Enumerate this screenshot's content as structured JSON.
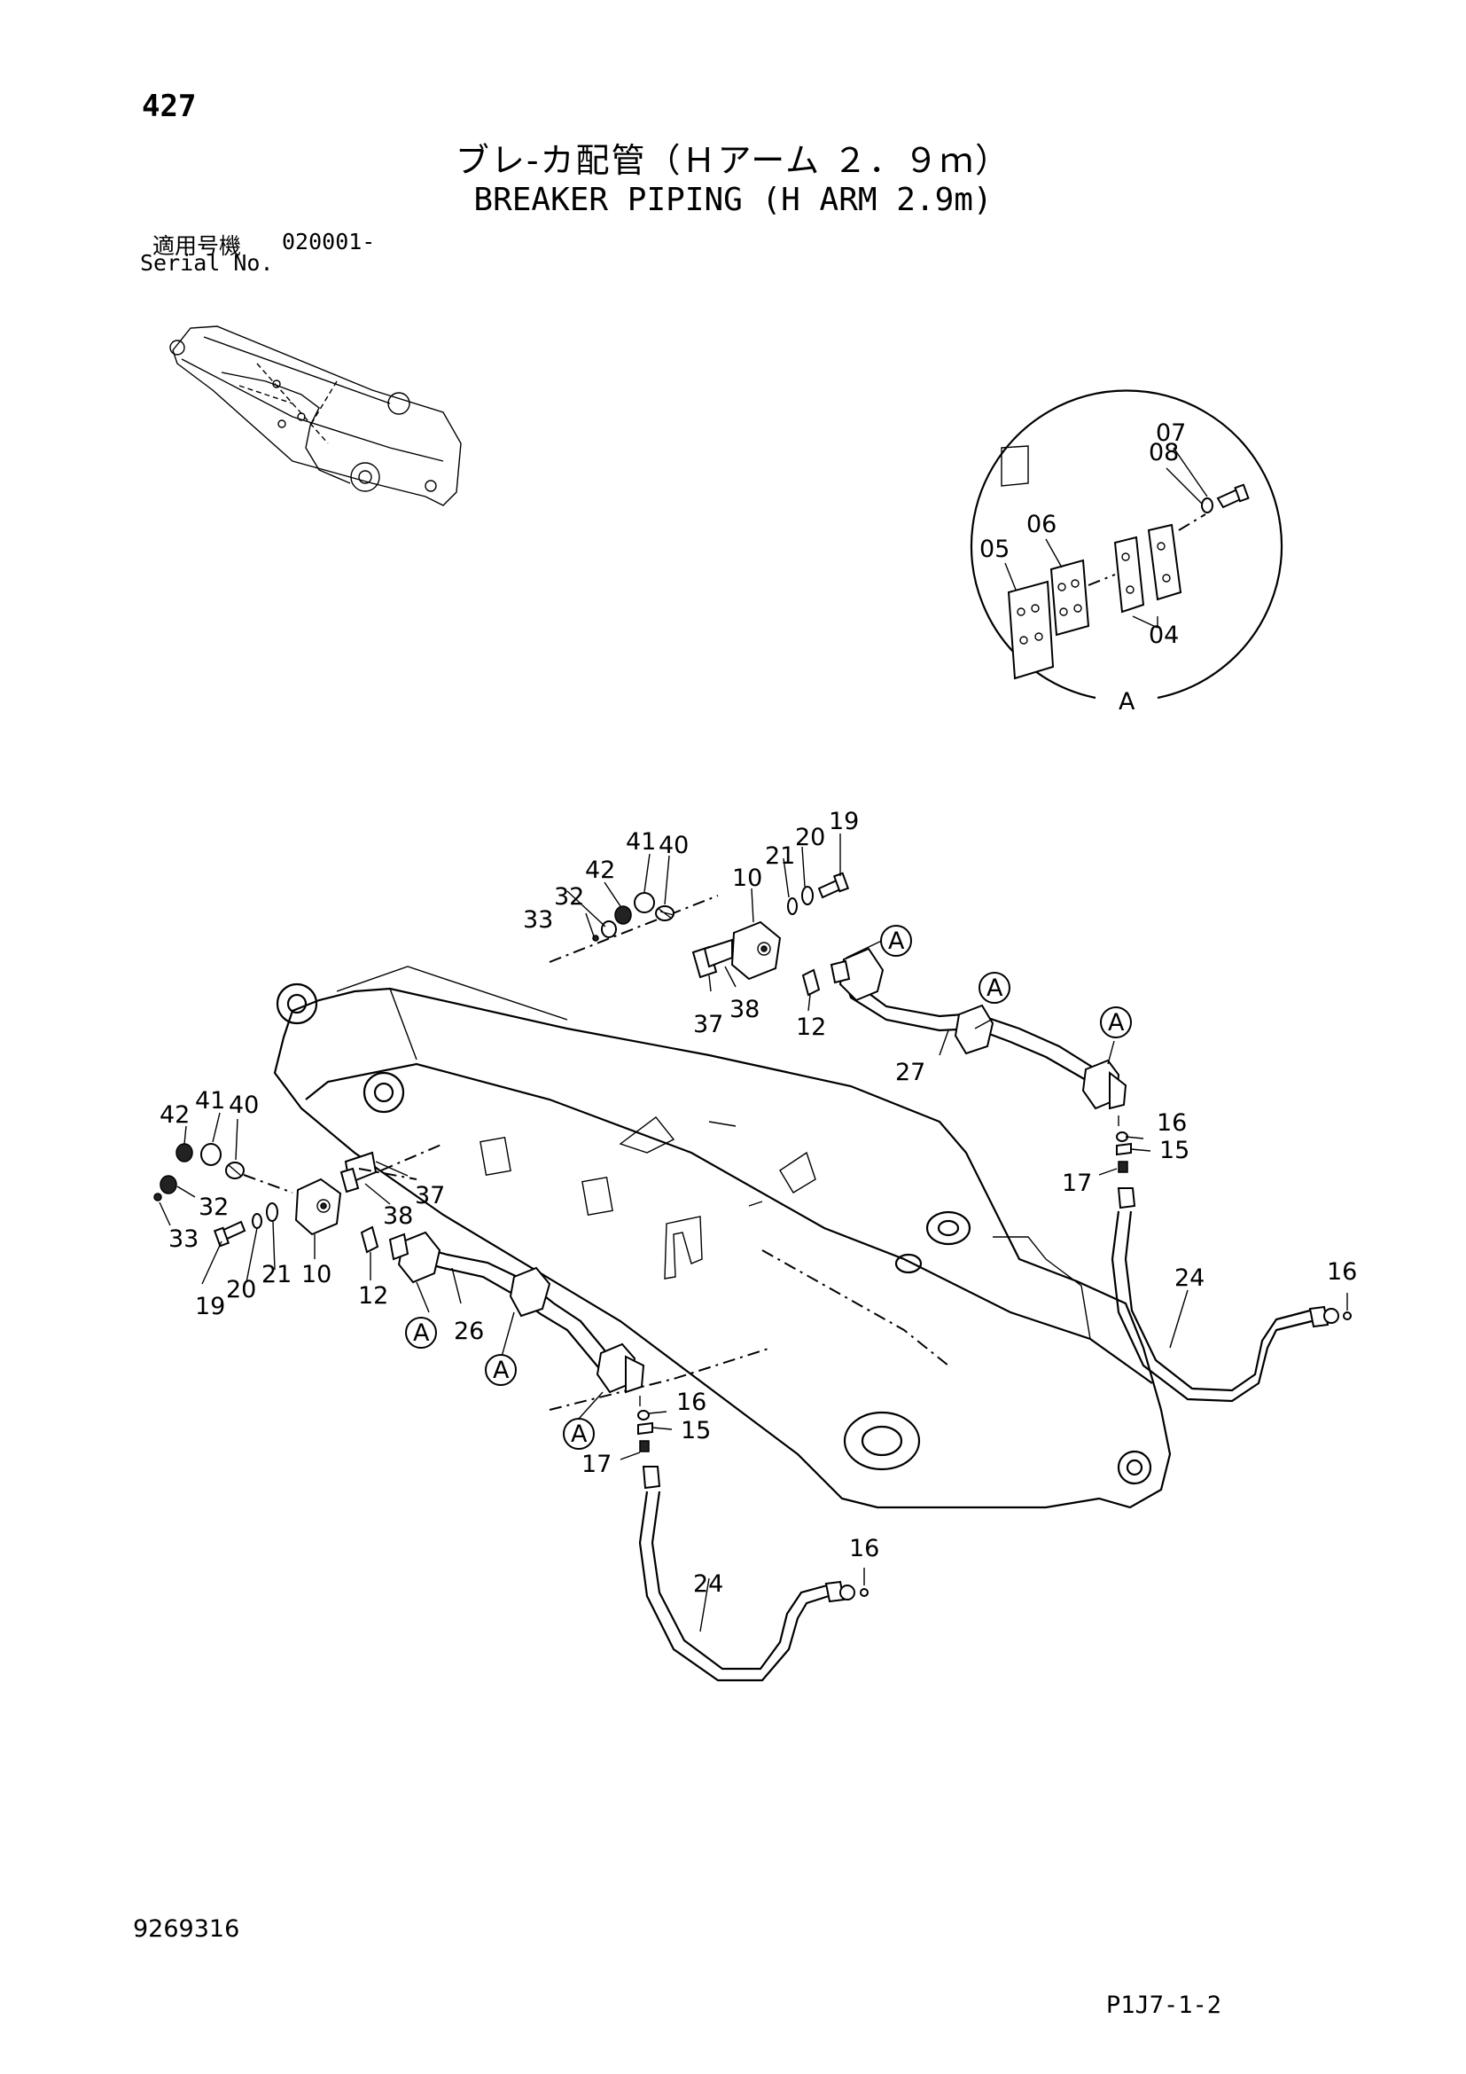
{
  "header": {
    "page_number": "427",
    "title_ja": "ブレ-カ配管（Ｈアーム ２．９ｍ）",
    "title_en": "BREAKER PIPING (H ARM 2.9m)",
    "serial_label_ja": "適用号機",
    "serial_value": "020001-",
    "serial_label_en": "Serial No."
  },
  "detail_view": {
    "view_label": "A",
    "callouts": [
      "07",
      "08",
      "06",
      "05",
      "04"
    ]
  },
  "upper_assembly": {
    "callouts": [
      "19",
      "41",
      "40",
      "21",
      "20",
      "42",
      "10",
      "32",
      "33",
      "38",
      "37",
      "12",
      "27",
      "16",
      "15",
      "17",
      "24",
      "16"
    ],
    "view_markers": [
      "A",
      "A",
      "A"
    ]
  },
  "lower_assembly": {
    "callouts": [
      "41",
      "40",
      "42",
      "32",
      "33",
      "38",
      "37",
      "19",
      "20",
      "21",
      "10",
      "12",
      "26",
      "16",
      "15",
      "17",
      "24",
      "16"
    ],
    "view_markers": [
      "A",
      "A",
      "A"
    ]
  },
  "footer": {
    "doc_number": "9269316",
    "page_ref": "P1J7-1-2"
  }
}
